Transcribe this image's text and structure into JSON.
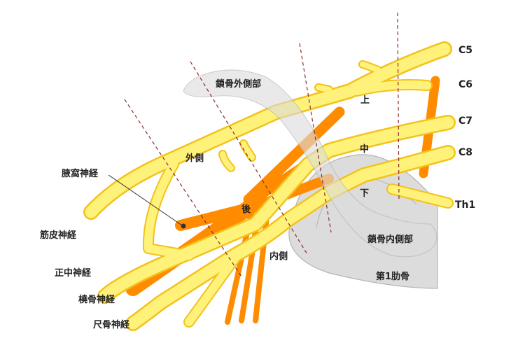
{
  "roots": {
    "c5": "C5",
    "c6": "C6",
    "c7": "C7",
    "c8": "C8",
    "th1": "Th1"
  },
  "trunks": {
    "upper": "上",
    "middle": "中",
    "lower": "下"
  },
  "cords": {
    "lateral": "外側",
    "posterior": "後",
    "medial": "内側"
  },
  "nerves": {
    "axillary": "腋窩神経",
    "musculocutaneous": "筋皮神経",
    "median": "正中神経",
    "radial": "橈骨神経",
    "ulnar": "尺骨神経"
  },
  "bones": {
    "clavicle_lateral": "鎖骨外側部",
    "clavicle_medial": "鎖骨内側部",
    "first_rib": "第1肋骨"
  },
  "colors": {
    "nerve_fill": "#FFF27A",
    "nerve_outline": "#F3C21B",
    "posterior_orange": "#FF8C00",
    "bone_fill": "#DCDCDC",
    "bone_outline": "#B4B4B4",
    "guide_line": "#8B2A2A"
  }
}
